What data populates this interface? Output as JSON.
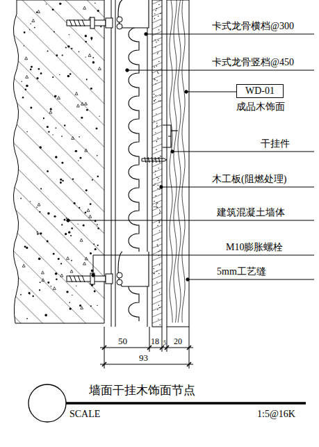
{
  "diagram": {
    "title": "墙面干挂木饰面节点",
    "nodes": [
      {
        "text": [
          "WD-01",
          "成品木饰面"
        ]
      }
    ],
    "labels": [
      "卡式龙骨横档@300",
      "卡式龙骨竖档@450",
      "干挂件",
      "木工板(阻燃处理)",
      "建筑混凝土墙体",
      "M10膨胀螺栓",
      "5mm工艺缝",
      "50",
      "18",
      "5",
      "20",
      "93",
      "SCALE",
      "1:5@16K"
    ]
  }
}
